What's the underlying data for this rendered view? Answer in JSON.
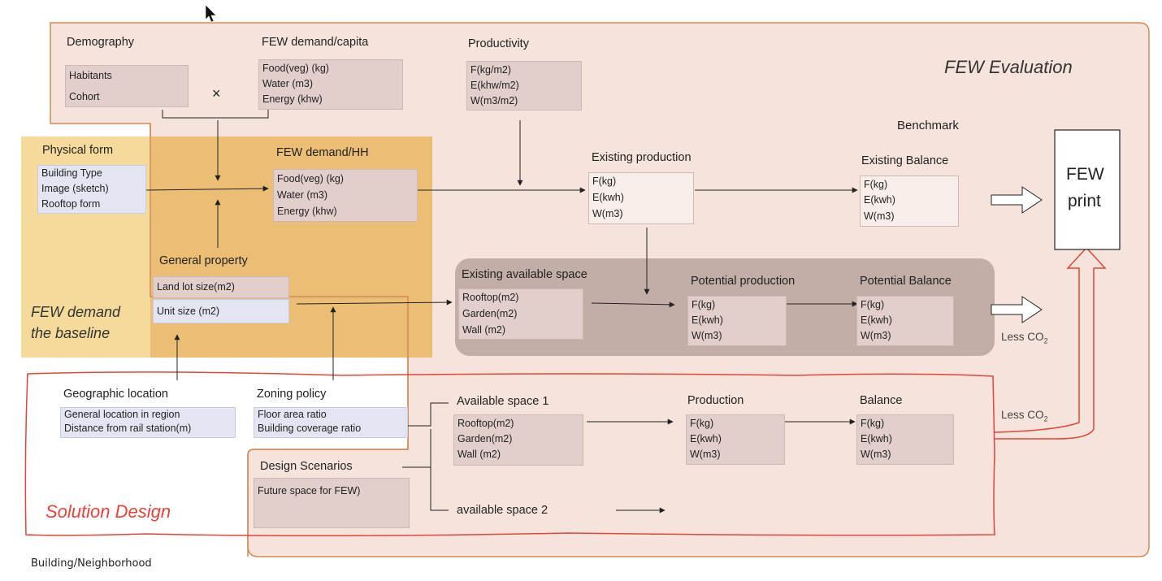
{
  "evaluation": {
    "title": "FEW Evaluation"
  },
  "baseline": {
    "title_line1": "FEW demand",
    "title_line2": "the baseline"
  },
  "solution": {
    "title": "Solution Design"
  },
  "footer": {
    "text": "Building/Neighborhood"
  },
  "demography": {
    "title": "Demography",
    "items": [
      "Habitants",
      "Cohort"
    ]
  },
  "multiply_sign": "×",
  "few_capita": {
    "title": "FEW demand/capita",
    "items": [
      "Food(veg)  (kg)",
      "Water  (m3)",
      "Energy  (khw)"
    ]
  },
  "productivity": {
    "title": "Productivity",
    "items": [
      "F(kg/m2)",
      "E(khw/m2)",
      "W(m3/m2)"
    ]
  },
  "physical_form": {
    "title": "Physical form",
    "items": [
      "Building Type",
      "Image (sketch)",
      "Rooftop form"
    ]
  },
  "few_hh": {
    "title": "FEW demand/HH",
    "items": [
      "Food(veg)  (kg)",
      "Water  (m3)",
      "Energy  (khw)"
    ]
  },
  "general_property": {
    "title": "General property",
    "items": [
      "Land lot size(m2)",
      "Unit size (m2)"
    ]
  },
  "benchmark": {
    "title": "Benchmark"
  },
  "existing_production": {
    "title": "Existing production",
    "items": [
      "F(kg)",
      "E(kwh)",
      "W(m3)"
    ]
  },
  "existing_balance": {
    "title": "Existing Balance",
    "items": [
      "F(kg)",
      "E(kwh)",
      "W(m3)"
    ]
  },
  "few_print": {
    "line1": "FEW",
    "line2": "print"
  },
  "existing_space": {
    "title": "Existing available space",
    "items": [
      "Rooftop(m2)",
      "Garden(m2)",
      "Wall (m2)"
    ]
  },
  "potential_production": {
    "title": "Potential production",
    "items": [
      "F(kg)",
      "E(kwh)",
      "W(m3)"
    ]
  },
  "potential_balance": {
    "title": "Potential  Balance",
    "items": [
      "F(kg)",
      "E(kwh)",
      "W(m3)"
    ]
  },
  "less_co2_1": {
    "text": "Less CO",
    "sub": "2"
  },
  "less_co2_2": {
    "text": "Less CO",
    "sub": "2"
  },
  "geographic": {
    "title": "Geographic location",
    "items": [
      "General location in region",
      "Distance from rail station(m)"
    ]
  },
  "zoning": {
    "title": "Zoning policy",
    "items": [
      "Floor area ratio",
      "Building coverage ratio"
    ]
  },
  "space1": {
    "title": "Available space 1",
    "items": [
      "Rooftop(m2)",
      "Garden(m2)",
      "Wall (m2)"
    ]
  },
  "production": {
    "title": "Production",
    "items": [
      "F(kg)",
      "E(kwh)",
      "W(m3)"
    ]
  },
  "balance": {
    "title": "Balance",
    "items": [
      "F(kg)",
      "E(kwh)",
      "W(m3)"
    ]
  },
  "design_scenarios": {
    "title": "Design Scenarios",
    "items": [
      "Future space for FEW)",
      ""
    ]
  },
  "space2": {
    "title": "available space 2"
  },
  "colors": {
    "evaluation_bg": "#f6e4dc",
    "baseline_bg": "#f6da9c",
    "hh_bg": "#eab86e",
    "space_bg": "#c2aea7",
    "solution_border": "#e4443a",
    "outline": "#d08a5a"
  }
}
